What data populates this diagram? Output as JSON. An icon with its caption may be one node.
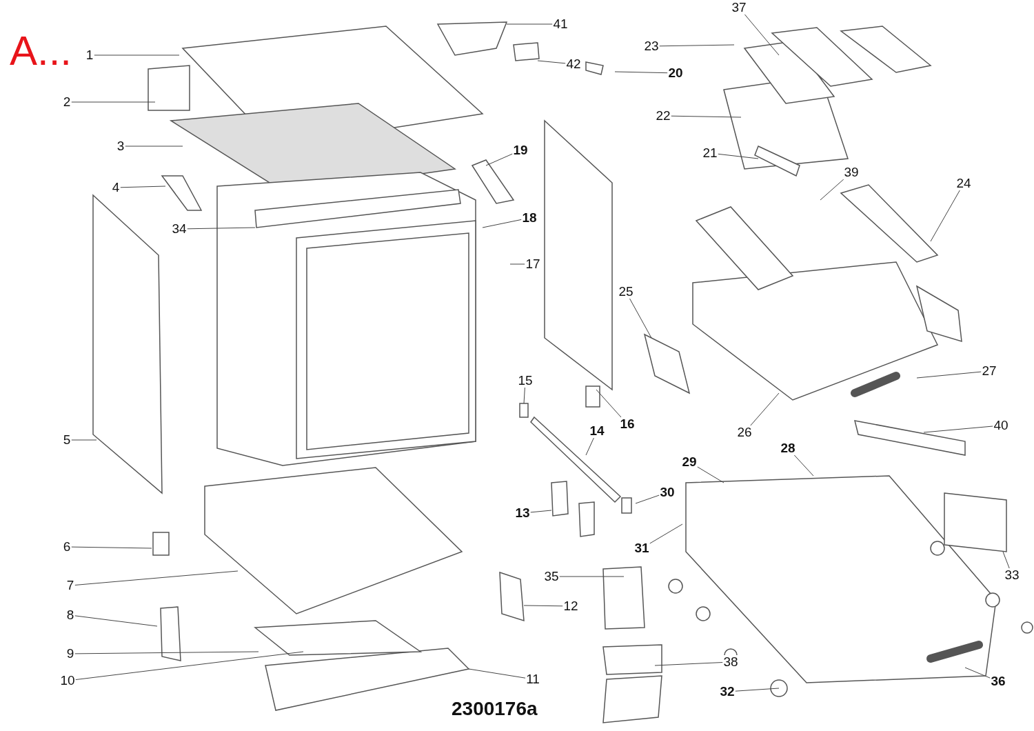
{
  "diagram": {
    "nodes": [
      {
        "text": [
          "1"
        ]
      },
      {
        "text": [
          "2"
        ]
      },
      {
        "text": [
          "3"
        ]
      },
      {
        "text": [
          "4"
        ]
      },
      {
        "text": [
          "5"
        ]
      },
      {
        "text": [
          "6"
        ]
      },
      {
        "text": [
          "7"
        ]
      },
      {
        "text": [
          "8"
        ]
      },
      {
        "text": [
          "9"
        ]
      },
      {
        "text": [
          "10"
        ]
      },
      {
        "text": [
          "11"
        ]
      },
      {
        "text": [
          "12"
        ]
      },
      {
        "text": [
          "13"
        ]
      },
      {
        "text": [
          "14"
        ]
      },
      {
        "text": [
          "15"
        ]
      },
      {
        "text": [
          "16"
        ]
      },
      {
        "text": [
          "17"
        ]
      },
      {
        "text": [
          "18"
        ]
      },
      {
        "text": [
          "19"
        ]
      },
      {
        "text": [
          "20"
        ]
      },
      {
        "text": [
          "21"
        ]
      },
      {
        "text": [
          "22"
        ]
      },
      {
        "text": [
          "23"
        ]
      },
      {
        "text": [
          "24"
        ]
      },
      {
        "text": [
          "25"
        ]
      },
      {
        "text": [
          "26"
        ]
      },
      {
        "text": [
          "27"
        ]
      },
      {
        "text": [
          "28"
        ]
      },
      {
        "text": [
          "29"
        ]
      },
      {
        "text": [
          "30"
        ]
      },
      {
        "text": [
          "31"
        ]
      },
      {
        "text": [
          "32"
        ]
      },
      {
        "text": [
          "33"
        ]
      },
      {
        "text": [
          "34"
        ]
      },
      {
        "text": [
          "35"
        ]
      },
      {
        "text": [
          "36"
        ]
      },
      {
        "text": [
          "37"
        ]
      },
      {
        "text": [
          "38"
        ]
      },
      {
        "text": [
          "39"
        ]
      },
      {
        "text": [
          "40"
        ]
      },
      {
        "text": [
          "41"
        ]
      },
      {
        "text": [
          "42"
        ]
      }
    ],
    "edges": [
      {
        "from": 0,
        "to": null,
        "arrow": "none"
      },
      {
        "from": 1,
        "to": null,
        "arrow": "none"
      },
      {
        "from": 2,
        "to": null,
        "arrow": "none"
      },
      {
        "from": 3,
        "to": null,
        "arrow": "none"
      },
      {
        "from": 4,
        "to": null,
        "arrow": "none"
      },
      {
        "from": 5,
        "to": null,
        "arrow": "none"
      },
      {
        "from": 6,
        "to": null,
        "arrow": "none"
      },
      {
        "from": 7,
        "to": null,
        "arrow": "none"
      },
      {
        "from": 8,
        "to": null,
        "arrow": "none"
      },
      {
        "from": 9,
        "to": null,
        "arrow": "none"
      },
      {
        "from": 10,
        "to": null,
        "arrow": "none"
      },
      {
        "from": 11,
        "to": null,
        "arrow": "none"
      },
      {
        "from": 12,
        "to": null,
        "arrow": "none"
      },
      {
        "from": 13,
        "to": null,
        "arrow": "none"
      },
      {
        "from": 14,
        "to": null,
        "arrow": "none"
      },
      {
        "from": 15,
        "to": null,
        "arrow": "none"
      },
      {
        "from": 16,
        "to": null,
        "arrow": "none"
      },
      {
        "from": 17,
        "to": null,
        "arrow": "none"
      },
      {
        "from": 18,
        "to": null,
        "arrow": "none"
      },
      {
        "from": 19,
        "to": null,
        "arrow": "none"
      },
      {
        "from": 20,
        "to": null,
        "arrow": "none"
      },
      {
        "from": 21,
        "to": null,
        "arrow": "none"
      },
      {
        "from": 22,
        "to": null,
        "arrow": "none"
      },
      {
        "from": 23,
        "to": null,
        "arrow": "none"
      },
      {
        "from": 24,
        "to": null,
        "arrow": "none"
      },
      {
        "from": 25,
        "to": null,
        "arrow": "none"
      },
      {
        "from": 26,
        "to": null,
        "arrow": "none"
      },
      {
        "from": 27,
        "to": null,
        "arrow": "none"
      },
      {
        "from": 28,
        "to": null,
        "arrow": "none"
      },
      {
        "from": 29,
        "to": null,
        "arrow": "none"
      },
      {
        "from": 30,
        "to": null,
        "arrow": "none"
      },
      {
        "from": 31,
        "to": null,
        "arrow": "none"
      },
      {
        "from": 32,
        "to": null,
        "arrow": "none"
      },
      {
        "from": 33,
        "to": null,
        "arrow": "none"
      },
      {
        "from": 34,
        "to": null,
        "arrow": "none"
      },
      {
        "from": 35,
        "to": null,
        "arrow": "none"
      },
      {
        "from": 36,
        "to": null,
        "arrow": "none"
      },
      {
        "from": 37,
        "to": null,
        "arrow": "none"
      },
      {
        "from": 38,
        "to": null,
        "arrow": "none"
      },
      {
        "from": 39,
        "to": null,
        "arrow": "none"
      },
      {
        "from": 40,
        "to": null,
        "arrow": "none"
      },
      {
        "from": 41,
        "to": null,
        "arrow": "none"
      }
    ],
    "labels": [
      "A...",
      "2300176a"
    ]
  }
}
